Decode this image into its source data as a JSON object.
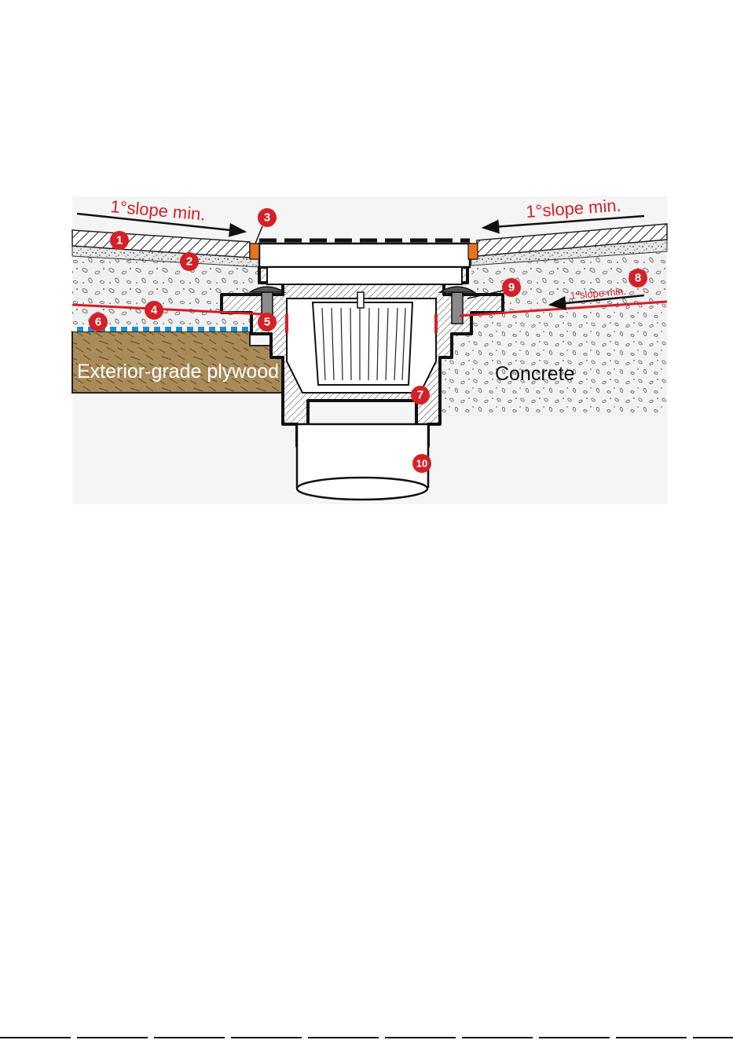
{
  "slope_labels": {
    "left": "1°slope min.",
    "right": "1°slope min.",
    "inner": "1°slope min."
  },
  "materials": {
    "plywood": "Exterior-grade plywood",
    "concrete": "Concrete"
  },
  "callouts": [
    "1",
    "2",
    "3",
    "4",
    "5",
    "6",
    "7",
    "8",
    "9",
    "10"
  ],
  "colors": {
    "membrane_red": "#d42027",
    "badge_red": "#d42027",
    "plywood": "#a98b5a",
    "gasket_orange": "#e8741e",
    "fleece_blue": "#1a8fd1"
  }
}
